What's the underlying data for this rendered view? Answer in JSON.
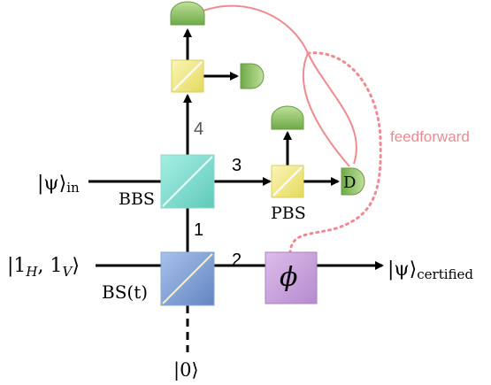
{
  "labels": {
    "psi_in": "|ψ⟩",
    "psi_in_sub": "in",
    "bbs": "BBS",
    "pbs": "PBS",
    "detector_d": "D",
    "feedforward": "feedforward",
    "input_state": "|1",
    "input_h_sub": "H",
    "input_mid": ", 1",
    "input_v_sub": "V",
    "input_close": "⟩",
    "bs_t": "BS(t)",
    "vacuum": "|0⟩",
    "phase": "ϕ",
    "psi_out": "|ψ⟩",
    "psi_out_sub": "certified",
    "mode_1": "1",
    "mode_2": "2",
    "mode_3": "3",
    "mode_4": "4"
  },
  "colors": {
    "bbs_cube": "#7fdcd0",
    "bs_cube": "#7f9ed4",
    "pbs_cube": "#f2ea8a",
    "phase_box": "#c9a0dc",
    "detector": "#8cc06a",
    "feedforward": "#f08a90"
  },
  "icons": {
    "detector": "photodetector-icon",
    "beam_splitter": "beam-splitter-cube-icon"
  }
}
